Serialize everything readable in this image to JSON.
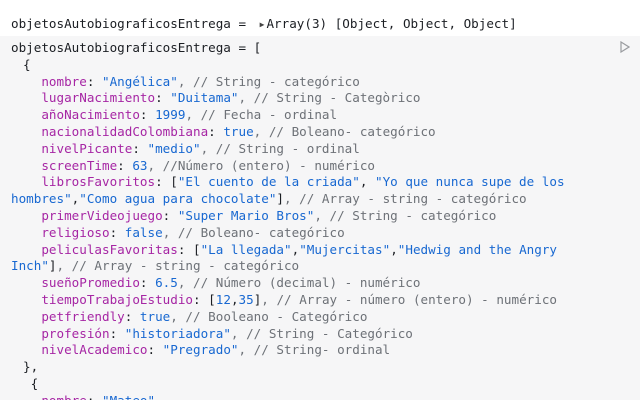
{
  "output": {
    "variable": "objetosAutobiograficosEntrega",
    "equals": " = ",
    "summary": "Array(3) [Object, Object, Object]"
  },
  "code": {
    "declaration": "objetosAutobiograficosEntrega = [",
    "open_brace": "{",
    "close_brace": "},",
    "open_brace_2": " {",
    "lines": [
      {
        "prop": "nombre",
        "parts": [
          {
            "t": "str",
            "v": "\"Angélica\""
          }
        ],
        "comment": ", // String - categórico"
      },
      {
        "prop": "lugarNacimiento",
        "parts": [
          {
            "t": "str",
            "v": "\"Duitama\""
          }
        ],
        "comment": ", // String - Categòrico"
      },
      {
        "prop": "añoNacimiento",
        "parts": [
          {
            "t": "num",
            "v": "1999"
          }
        ],
        "comment": ", // Fecha - ordinal"
      },
      {
        "prop": "nacionalidadColombiana",
        "parts": [
          {
            "t": "kw",
            "v": "true"
          }
        ],
        "comment": ", // Boleano- categórico"
      },
      {
        "prop": "nivelPicante",
        "parts": [
          {
            "t": "str",
            "v": "\"medio\""
          }
        ],
        "comment": ", // String - ordinal"
      },
      {
        "prop": "screenTime",
        "parts": [
          {
            "t": "num",
            "v": "63"
          }
        ],
        "comment": ", //Número (entero) - numérico"
      },
      {
        "prop": "librosFavoritos",
        "parts": [
          {
            "t": "pn",
            "v": "["
          },
          {
            "t": "str",
            "v": "\"El cuento de la criada\""
          },
          {
            "t": "pn",
            "v": ", "
          },
          {
            "t": "str",
            "v": "\"Yo que nunca supe de los hombres\""
          },
          {
            "t": "pn",
            "v": ","
          },
          {
            "t": "str",
            "v": "\"Como agua para chocolate\""
          },
          {
            "t": "pn",
            "v": "]"
          }
        ],
        "comment": ", // Array - string - categórico",
        "wrap": true
      },
      {
        "prop": "primerVideojuego",
        "parts": [
          {
            "t": "str",
            "v": "\"Super Mario Bros\""
          }
        ],
        "comment": ", // String - categórico"
      },
      {
        "prop": "religioso",
        "parts": [
          {
            "t": "kw",
            "v": "false"
          }
        ],
        "comment": ", // Boleano- categórico"
      },
      {
        "prop": "peliculasFavoritas",
        "parts": [
          {
            "t": "pn",
            "v": "["
          },
          {
            "t": "str",
            "v": "\"La llegada\""
          },
          {
            "t": "pn",
            "v": ","
          },
          {
            "t": "str",
            "v": "\"Mujercitas\""
          },
          {
            "t": "pn",
            "v": ","
          },
          {
            "t": "str",
            "v": "\"Hedwig and the Angry Inch\""
          },
          {
            "t": "pn",
            "v": "]"
          }
        ],
        "comment": ", // Array - string - categórico",
        "wrap": true
      },
      {
        "prop": "sueñoPromedio",
        "parts": [
          {
            "t": "num",
            "v": "6.5"
          }
        ],
        "comment": ", // Número (decimal) - numérico"
      },
      {
        "prop": "tiempoTrabajoEstudio",
        "parts": [
          {
            "t": "pn",
            "v": "["
          },
          {
            "t": "num",
            "v": "12"
          },
          {
            "t": "pn",
            "v": ","
          },
          {
            "t": "num",
            "v": "35"
          },
          {
            "t": "pn",
            "v": "]"
          }
        ],
        "comment": ", // Array - número (entero) - numérico"
      },
      {
        "prop": "petfriendly",
        "parts": [
          {
            "t": "kw",
            "v": "true"
          }
        ],
        "comment": ", // Booleano - Categórico"
      },
      {
        "prop": "profesión",
        "parts": [
          {
            "t": "str",
            "v": "\"historiadora\""
          }
        ],
        "comment": ", // String - Categórico"
      },
      {
        "prop": "nivelAcademico",
        "parts": [
          {
            "t": "str",
            "v": "\"Pregrado\""
          }
        ],
        "comment": ", // String- ordinal"
      }
    ],
    "next_line": {
      "prop": "nombre",
      "parts": [
        {
          "t": "str",
          "v": "\"Mateo\""
        }
      ],
      "comment": ","
    }
  },
  "icons": {
    "expand": "triangle-right-icon",
    "run": "play-icon"
  },
  "colors": {
    "property": "#a626a4",
    "string": "#1868d1",
    "comment": "#6d7177",
    "cell_bg": "#f6f6f7"
  }
}
